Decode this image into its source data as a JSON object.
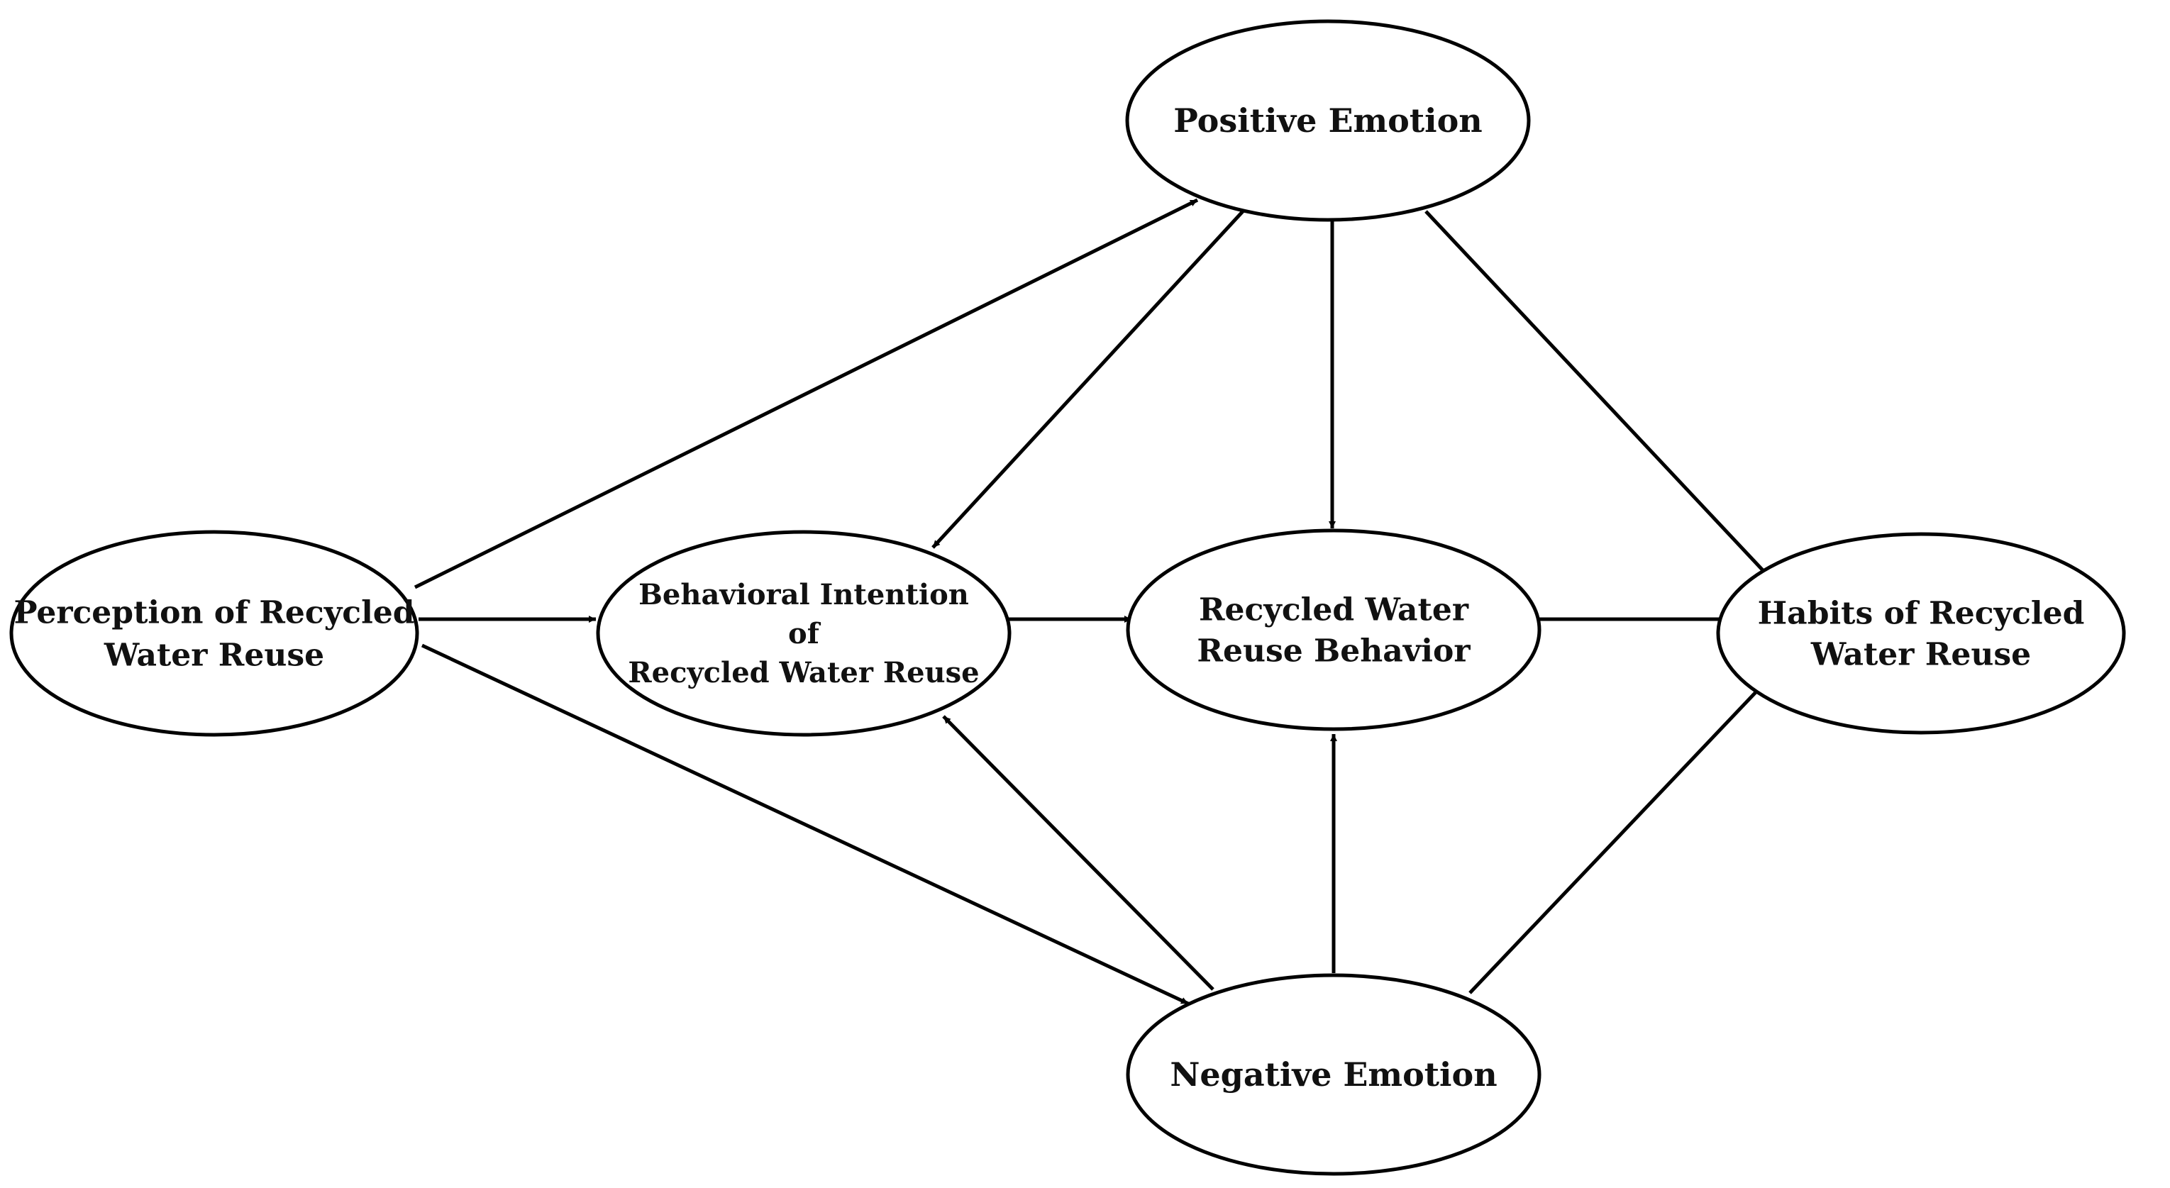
{
  "diagram": {
    "nodes": {
      "positive_emotion": {
        "lines": [
          "Positive Emotion"
        ]
      },
      "perception": {
        "lines": [
          "Perception of Recycled",
          "Water Reuse"
        ]
      },
      "behavioral_intention": {
        "lines": [
          "Behavioral Intention",
          "of",
          "Recycled Water Reuse"
        ]
      },
      "reuse_behavior": {
        "lines": [
          "Recycled Water",
          "Reuse Behavior"
        ]
      },
      "habits": {
        "lines": [
          "Habits of Recycled",
          "Water Reuse"
        ]
      },
      "negative_emotion": {
        "lines": [
          "Negative Emotion"
        ]
      }
    },
    "edges": [
      {
        "from": "perception",
        "to": "positive_emotion"
      },
      {
        "from": "perception",
        "to": "behavioral_intention"
      },
      {
        "from": "perception",
        "to": "negative_emotion"
      },
      {
        "from": "positive_emotion",
        "to": "behavioral_intention"
      },
      {
        "from": "positive_emotion",
        "to": "reuse_behavior"
      },
      {
        "from": "positive_emotion",
        "to": "habits"
      },
      {
        "from": "behavioral_intention",
        "to": "reuse_behavior"
      },
      {
        "from": "reuse_behavior",
        "to": "habits"
      },
      {
        "from": "negative_emotion",
        "to": "behavioral_intention"
      },
      {
        "from": "negative_emotion",
        "to": "reuse_behavior"
      },
      {
        "from": "negative_emotion",
        "to": "habits"
      }
    ],
    "colors": {
      "stroke": "#000000",
      "fill": "#ffffff",
      "text": "#111111",
      "background": "#ffffff"
    }
  }
}
